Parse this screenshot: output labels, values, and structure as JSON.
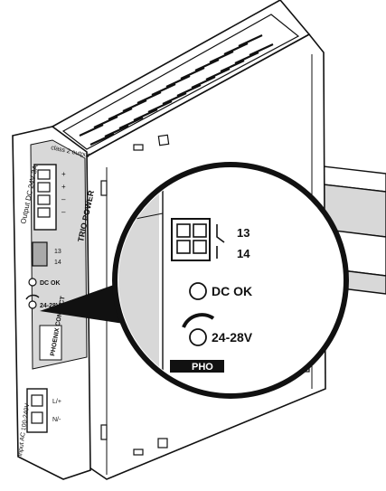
{
  "device": {
    "vendor_logo_text": "PHOENIX CONTACT",
    "series_label": "TRIO POWER",
    "class_label": "class 2 output",
    "output_label": "Output DC 24V 3A",
    "input_label": "Input AC 100-240V",
    "output_terminals": [
      "+",
      "+",
      "–",
      "–"
    ],
    "relay_contacts": [
      "13",
      "14"
    ],
    "dc_ok_label": "DC OK",
    "adjust_label": "24-28V",
    "input_terminals": [
      "L/+",
      "N/-"
    ]
  },
  "callout": {
    "relay_contacts": [
      "13",
      "14"
    ],
    "dc_ok_label": "DC OK",
    "adjust_label": "24-28V",
    "logo_fragment": "PHO"
  },
  "colors": {
    "line": "#111111",
    "panel_gray": "#d8d8d8",
    "shadow_gray": "#a9a9a9",
    "background": "#ffffff"
  }
}
